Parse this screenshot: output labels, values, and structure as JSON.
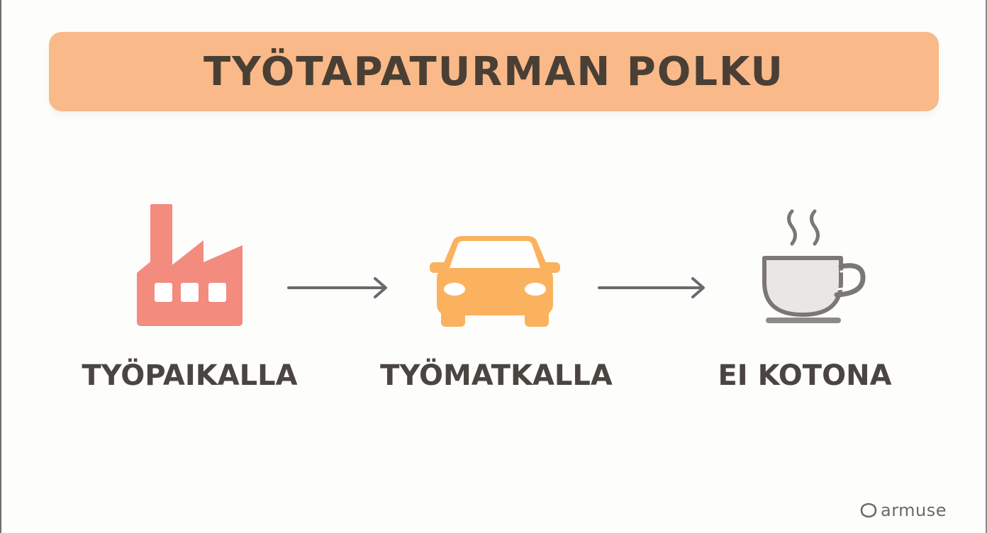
{
  "title": "TYÖTAPATURMAN POLKU",
  "steps": [
    {
      "label": "TYÖPAIKALLA",
      "icon": "factory-icon",
      "color": "#f38b7f"
    },
    {
      "label": "TYÖMATKALLA",
      "icon": "car-icon",
      "color": "#fbb25e"
    },
    {
      "label": "EI KOTONA",
      "icon": "coffee-cup-icon",
      "color": "#7b7774"
    }
  ],
  "brand": {
    "name": "armuse"
  },
  "colors": {
    "banner": "#fab988",
    "text": "#4a4540",
    "arrow": "#6a6a6a"
  }
}
